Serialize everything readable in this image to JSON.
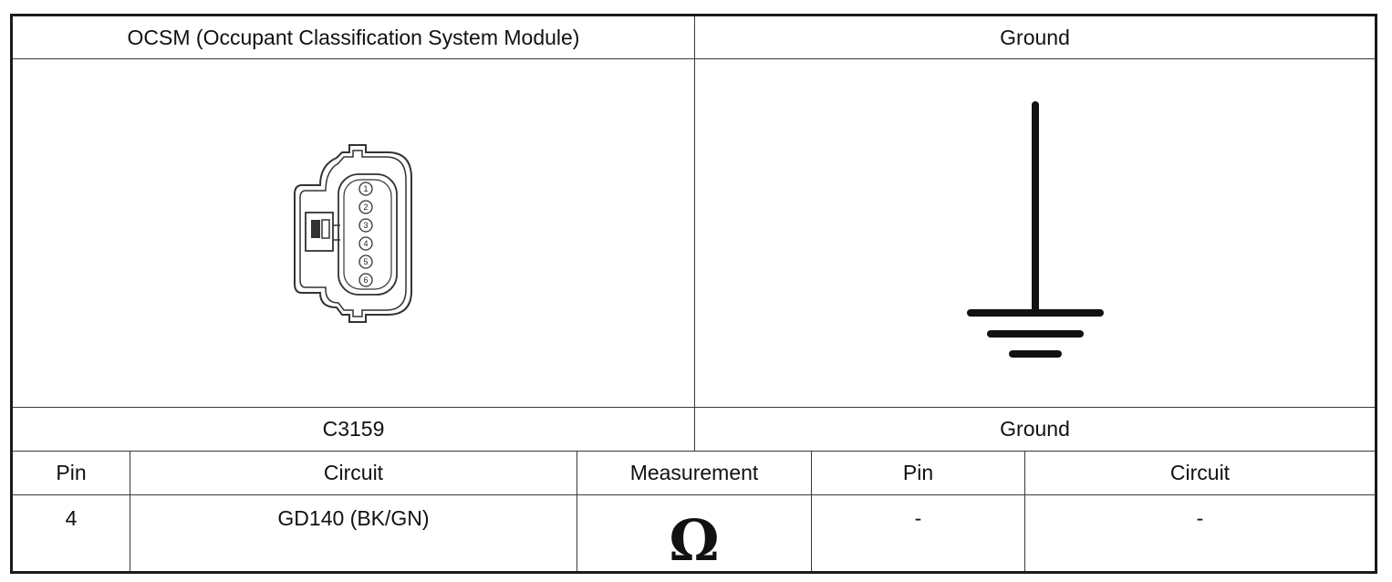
{
  "header": {
    "left_title": "OCSM (Occupant Classification System Module)",
    "right_title": "Ground"
  },
  "connector": {
    "pins": [
      "1",
      "2",
      "3",
      "4",
      "5",
      "6"
    ]
  },
  "subheader": {
    "left": "C3159",
    "right": "Ground"
  },
  "columns": {
    "pin_left": "Pin",
    "circuit_left": "Circuit",
    "measurement": "Measurement",
    "pin_right": "Pin",
    "circuit_right": "Circuit"
  },
  "row": {
    "pin_left": "4",
    "circuit_left": "GD140 (BK/GN)",
    "measurement_symbol": "Ω",
    "pin_right": "-",
    "circuit_right": "-"
  },
  "icons": {
    "connector": "connector-face-icon",
    "ground": "ground-symbol-icon",
    "ohm": "ohm-symbol-icon"
  }
}
